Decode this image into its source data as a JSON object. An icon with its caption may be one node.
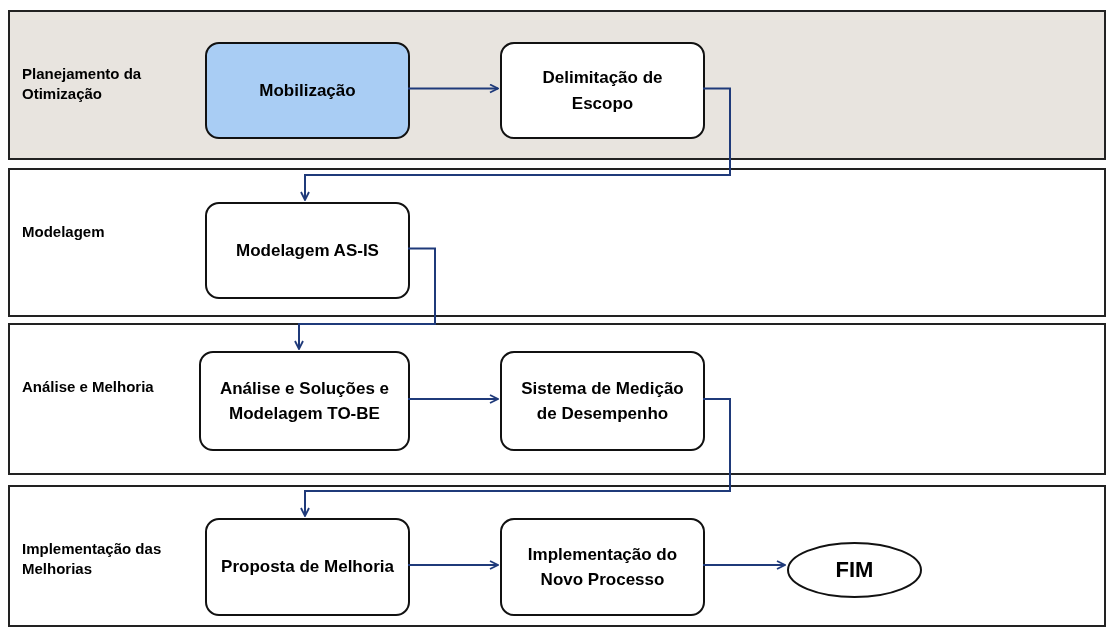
{
  "diagram": {
    "nodes": [
      {
        "text": [
          "Planejamento da Otimização"
        ]
      },
      {
        "text": [
          "Mobilização"
        ],
        "in": 0
      },
      {
        "text": [
          "Delimitação de Escopo"
        ],
        "in": 0
      },
      {
        "text": [
          "Modelagem"
        ]
      },
      {
        "text": [
          "Modelagem AS-IS"
        ],
        "in": 3
      },
      {
        "text": [
          "Análise e Melhoria"
        ]
      },
      {
        "text": [
          "Análise e Soluções e Modelagem TO-BE"
        ],
        "in": 5
      },
      {
        "text": [
          "Sistema de Medição de Desempenho"
        ],
        "in": 5
      },
      {
        "text": [
          "Implementação das Melhorias"
        ]
      },
      {
        "text": [
          "Proposta de Melhoria"
        ],
        "in": 8
      },
      {
        "text": [
          "Implementação do Novo Processo"
        ],
        "in": 8
      },
      {
        "text": [
          "FIM"
        ],
        "in": 8
      }
    ],
    "edges": [
      {
        "from": 1,
        "to": 2,
        "arrow": "to"
      },
      {
        "from": 2,
        "to": 4,
        "arrow": "to"
      },
      {
        "from": 4,
        "to": 6,
        "arrow": "to"
      },
      {
        "from": 6,
        "to": 7,
        "arrow": "to"
      },
      {
        "from": 7,
        "to": 9,
        "arrow": "to"
      },
      {
        "from": 9,
        "to": 10,
        "arrow": "to"
      },
      {
        "from": 10,
        "to": 11,
        "arrow": "to"
      }
    ]
  }
}
